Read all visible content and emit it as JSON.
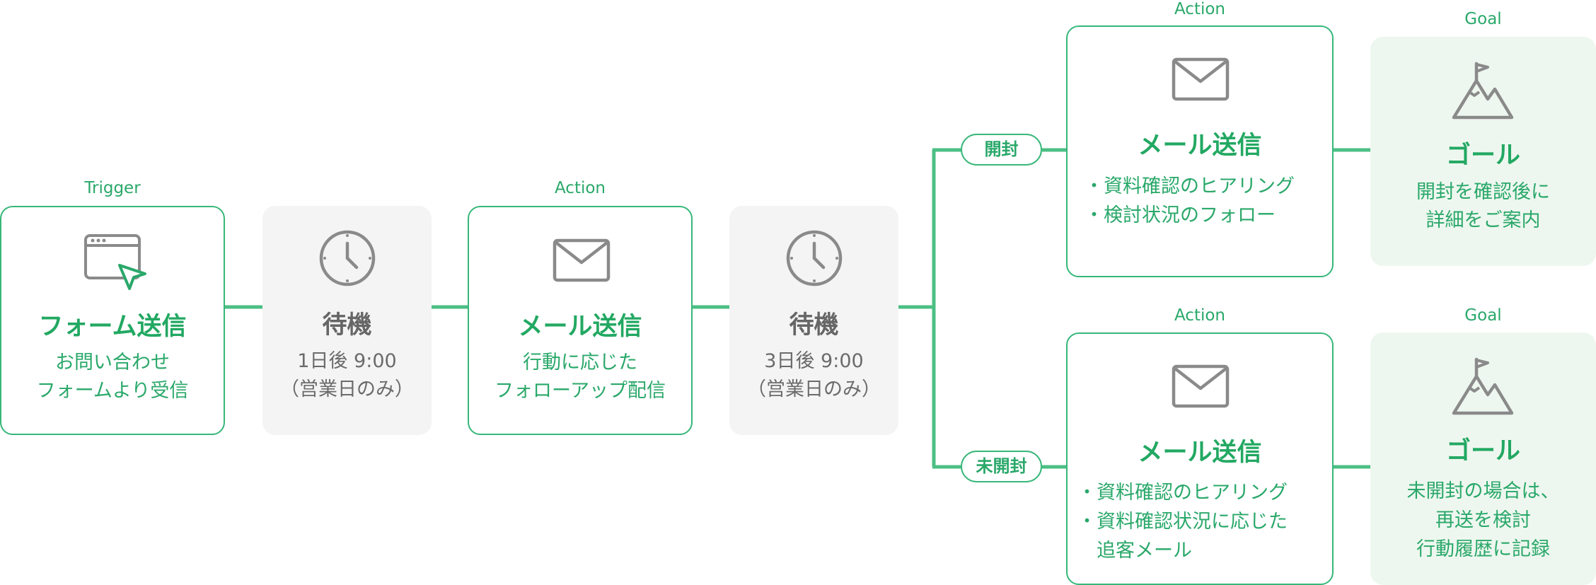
{
  "labels": {
    "trigger": "Trigger",
    "action1": "Action",
    "action_open": "Action",
    "goal_open": "Goal",
    "action_unopened": "Action",
    "goal_unopened": "Goal"
  },
  "branches": {
    "opened": "開封",
    "unopened": "未開封"
  },
  "nodes": {
    "trigger": {
      "title": "フォーム送信",
      "lines": [
        "お問い合わせ",
        "フォームより受信"
      ],
      "icon": "browser-cursor-icon"
    },
    "wait1": {
      "title": "待機",
      "lines": [
        "1日後 9:00",
        "（営業日のみ）"
      ],
      "icon": "clock-icon"
    },
    "action1": {
      "title": "メール送信",
      "lines": [
        "行動に応じた",
        "フォローアップ配信"
      ],
      "icon": "mail-icon"
    },
    "wait2": {
      "title": "待機",
      "lines": [
        "3日後 9:00",
        "（営業日のみ）"
      ],
      "icon": "clock-icon"
    },
    "action_open": {
      "title": "メール送信",
      "bullets": [
        "・資料確認のヒアリング",
        "・検討状況のフォロー"
      ],
      "icon": "mail-icon"
    },
    "goal_open": {
      "title": "ゴール",
      "lines": [
        "開封を確認後に",
        "詳細をご案内"
      ],
      "icon": "mountain-flag-icon"
    },
    "action_unopened": {
      "title": "メール送信",
      "bullets": [
        "・資料確認のヒアリング",
        "・資料確認状況に応じた",
        "　追客メール"
      ],
      "icon": "mail-icon"
    },
    "goal_unopened": {
      "title": "ゴール",
      "lines": [
        "未開封の場合は、",
        "再送を検討",
        "行動履歴に記録"
      ],
      "icon": "mountain-flag-icon"
    }
  },
  "colors": {
    "accent": "#37b779",
    "accent_text": "#22a862",
    "wait_bg": "#f4f4f4",
    "goal_bg": "#eef7ef",
    "icon_gray": "#8a8a8a"
  }
}
